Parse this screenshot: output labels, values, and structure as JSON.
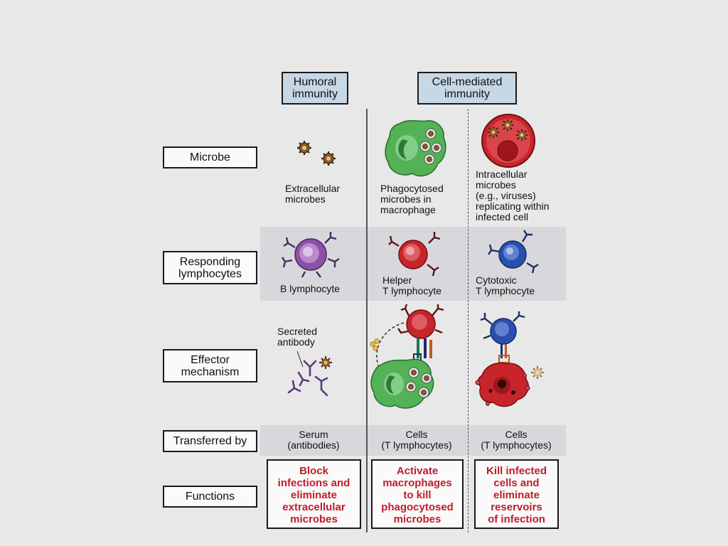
{
  "headers": {
    "humoral": [
      "Humoral",
      "immunity"
    ],
    "cell_mediated": [
      "Cell-mediated",
      "immunity"
    ]
  },
  "row_labels": {
    "microbe": [
      "Microbe"
    ],
    "responding": [
      "Responding",
      "lymphocytes"
    ],
    "effector": [
      "Effector",
      "mechanism"
    ],
    "transferred": [
      "Transferred by"
    ],
    "functions": [
      "Functions"
    ]
  },
  "microbe_captions": {
    "humoral": [
      "Extracellular",
      "microbes"
    ],
    "phagocytosed": [
      "Phagocytosed",
      "microbes in",
      "macrophage"
    ],
    "intracellular": [
      "Intracellular",
      "microbes",
      "(e.g., viruses)",
      "replicating within",
      "infected cell"
    ]
  },
  "lymphocyte_captions": {
    "b_cell": "B lymphocyte",
    "helper": [
      "Helper",
      "T lymphocyte"
    ],
    "cytotoxic": [
      "Cytotoxic",
      "T lymphocyte"
    ]
  },
  "effector_captions": {
    "antibody": [
      "Secreted",
      "antibody"
    ]
  },
  "transferred_by": {
    "humoral": [
      "Serum",
      "(antibodies)"
    ],
    "helper": [
      "Cells",
      "(T lymphocytes)"
    ],
    "cytotoxic": [
      "Cells",
      "(T lymphocytes)"
    ]
  },
  "functions": {
    "humoral": [
      "Block",
      "infections and",
      "eliminate",
      "extracellular",
      "microbes"
    ],
    "helper": [
      "Activate",
      "macrophages",
      "to kill",
      "phagocytosed",
      "microbes"
    ],
    "cytotoxic": [
      "Kill infected",
      "cells and",
      "eliminate",
      "reservoirs",
      "of infection"
    ]
  },
  "colors": {
    "background": "#e8e8e9",
    "band": "#d8d8dc",
    "header_fill": "#c6d7e6",
    "function_text": "#c01c2a",
    "b_cell": "#8e4fa6",
    "helper_t": "#c8242c",
    "cytotoxic_t": "#2a4fae",
    "macrophage": "#52b255",
    "infected_cell": "#c8242c",
    "microbe": "#8a5a2a"
  },
  "icons": [
    "microbe-icon",
    "macrophage-icon",
    "infected-cell-icon",
    "b-lymphocyte-icon",
    "helper-t-cell-icon",
    "cytotoxic-t-cell-icon",
    "antibody-icon",
    "dashed-arrow-icon"
  ]
}
